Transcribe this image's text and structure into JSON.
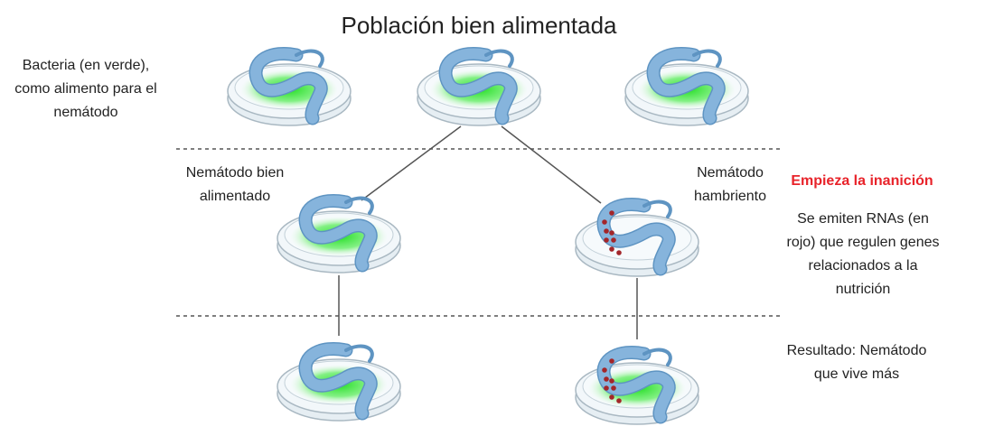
{
  "title": "Población bien alimentada",
  "labels": {
    "bacteria": [
      "Bacteria (en verde),",
      "como alimento para el",
      "nemátodo"
    ],
    "well_fed": [
      "Nemátodo bien",
      "alimentado"
    ],
    "hungry": [
      "Nemátodo",
      "hambriento"
    ],
    "starvation": "Empieza la inanición",
    "rna": [
      "Se emiten RNAs (en",
      "rojo) que regulen genes",
      "relacionados a la",
      "nutrición"
    ],
    "result": [
      "Resultado: Nemátodo",
      "que vive más"
    ]
  },
  "colors": {
    "worm": "#86b4dc",
    "worm_outline": "#5e94c2",
    "food": "#33e033",
    "rna": "#a3262a",
    "highlight": "#e8232a"
  },
  "dishes": [
    {
      "id": "population-1",
      "food": true,
      "rna": false
    },
    {
      "id": "population-2",
      "food": true,
      "rna": false
    },
    {
      "id": "population-3",
      "food": true,
      "rna": false
    },
    {
      "id": "well-fed",
      "food": true,
      "rna": false
    },
    {
      "id": "hungry",
      "food": false,
      "rna": true
    },
    {
      "id": "well-fed-offspring",
      "food": true,
      "rna": false
    },
    {
      "id": "hungry-offspring",
      "food": true,
      "rna": true
    }
  ]
}
